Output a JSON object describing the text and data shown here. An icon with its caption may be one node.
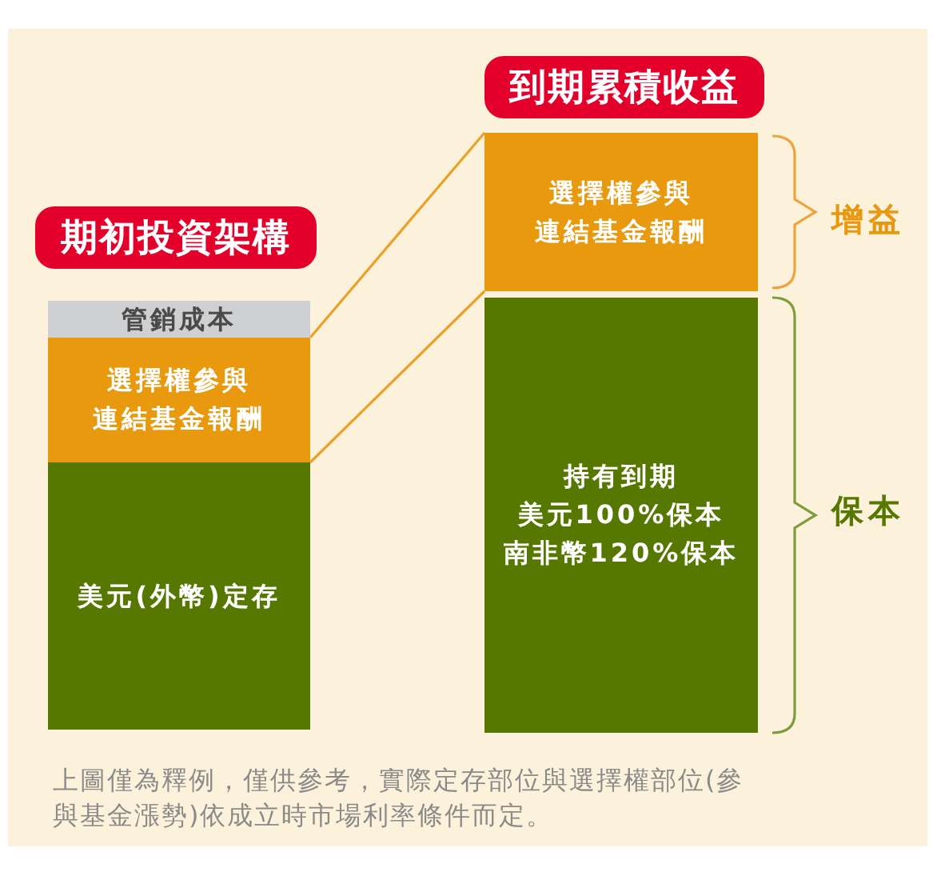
{
  "diagram": {
    "caption": "上圖僅為釋例，僅供參考，實際定存部位與選擇權部位(參與基金漲勢)依成立時市場利率條件而定。",
    "nodes": [
      {
        "text": [
          "期初投資架構"
        ]
      },
      {
        "text": [
          "管銷成本"
        ]
      },
      {
        "text": [
          "選擇權參與連結基金報酬"
        ]
      },
      {
        "text": [
          "美元(外幣)定存"
        ]
      },
      {
        "text": [
          "到期累積收益"
        ]
      },
      {
        "text": [
          "選擇權參與連結基金報酬"
        ]
      },
      {
        "text": [
          "持有到期",
          "美元100%保本",
          "南非幣120%保本"
        ]
      }
    ],
    "edges": [
      {
        "from": 2,
        "to": 5,
        "arrow": "none"
      },
      {
        "from": 2,
        "to": 5,
        "arrow": "none"
      }
    ],
    "labels": [
      "增益",
      "保本"
    ]
  }
}
